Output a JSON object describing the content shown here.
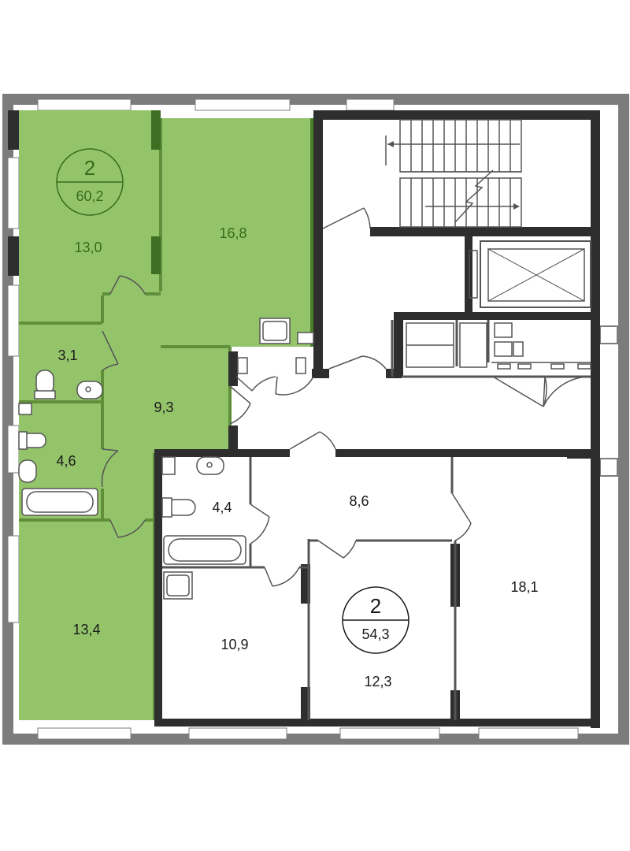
{
  "colors": {
    "apartment_fill": "#94c46a",
    "apartment_line": "#5f8f3a",
    "apartment_text": "#3a6b1c",
    "wall": "#2e2e2e",
    "outer_frame": "#7c7c7c",
    "thin_line": "#555555",
    "window": "#ffffff"
  },
  "apartments": [
    {
      "id": "apt-a",
      "rooms": "2",
      "area": "60,2",
      "highlighted": true
    },
    {
      "id": "apt-b",
      "rooms": "2",
      "area": "54,3",
      "highlighted": false
    }
  ],
  "rooms": [
    {
      "id": "a-bedroom-1",
      "area": "13,0"
    },
    {
      "id": "a-living",
      "area": "16,8"
    },
    {
      "id": "a-toilet",
      "area": "3,1"
    },
    {
      "id": "a-hall",
      "area": "9,3"
    },
    {
      "id": "a-bath",
      "area": "4,6"
    },
    {
      "id": "a-bedroom-2",
      "area": "13,4"
    },
    {
      "id": "b-bath",
      "area": "4,4"
    },
    {
      "id": "b-hall",
      "area": "8,6"
    },
    {
      "id": "b-room-1",
      "area": "10,9"
    },
    {
      "id": "b-room-2",
      "area": "12,3"
    },
    {
      "id": "c-room",
      "area": "18,1"
    }
  ]
}
